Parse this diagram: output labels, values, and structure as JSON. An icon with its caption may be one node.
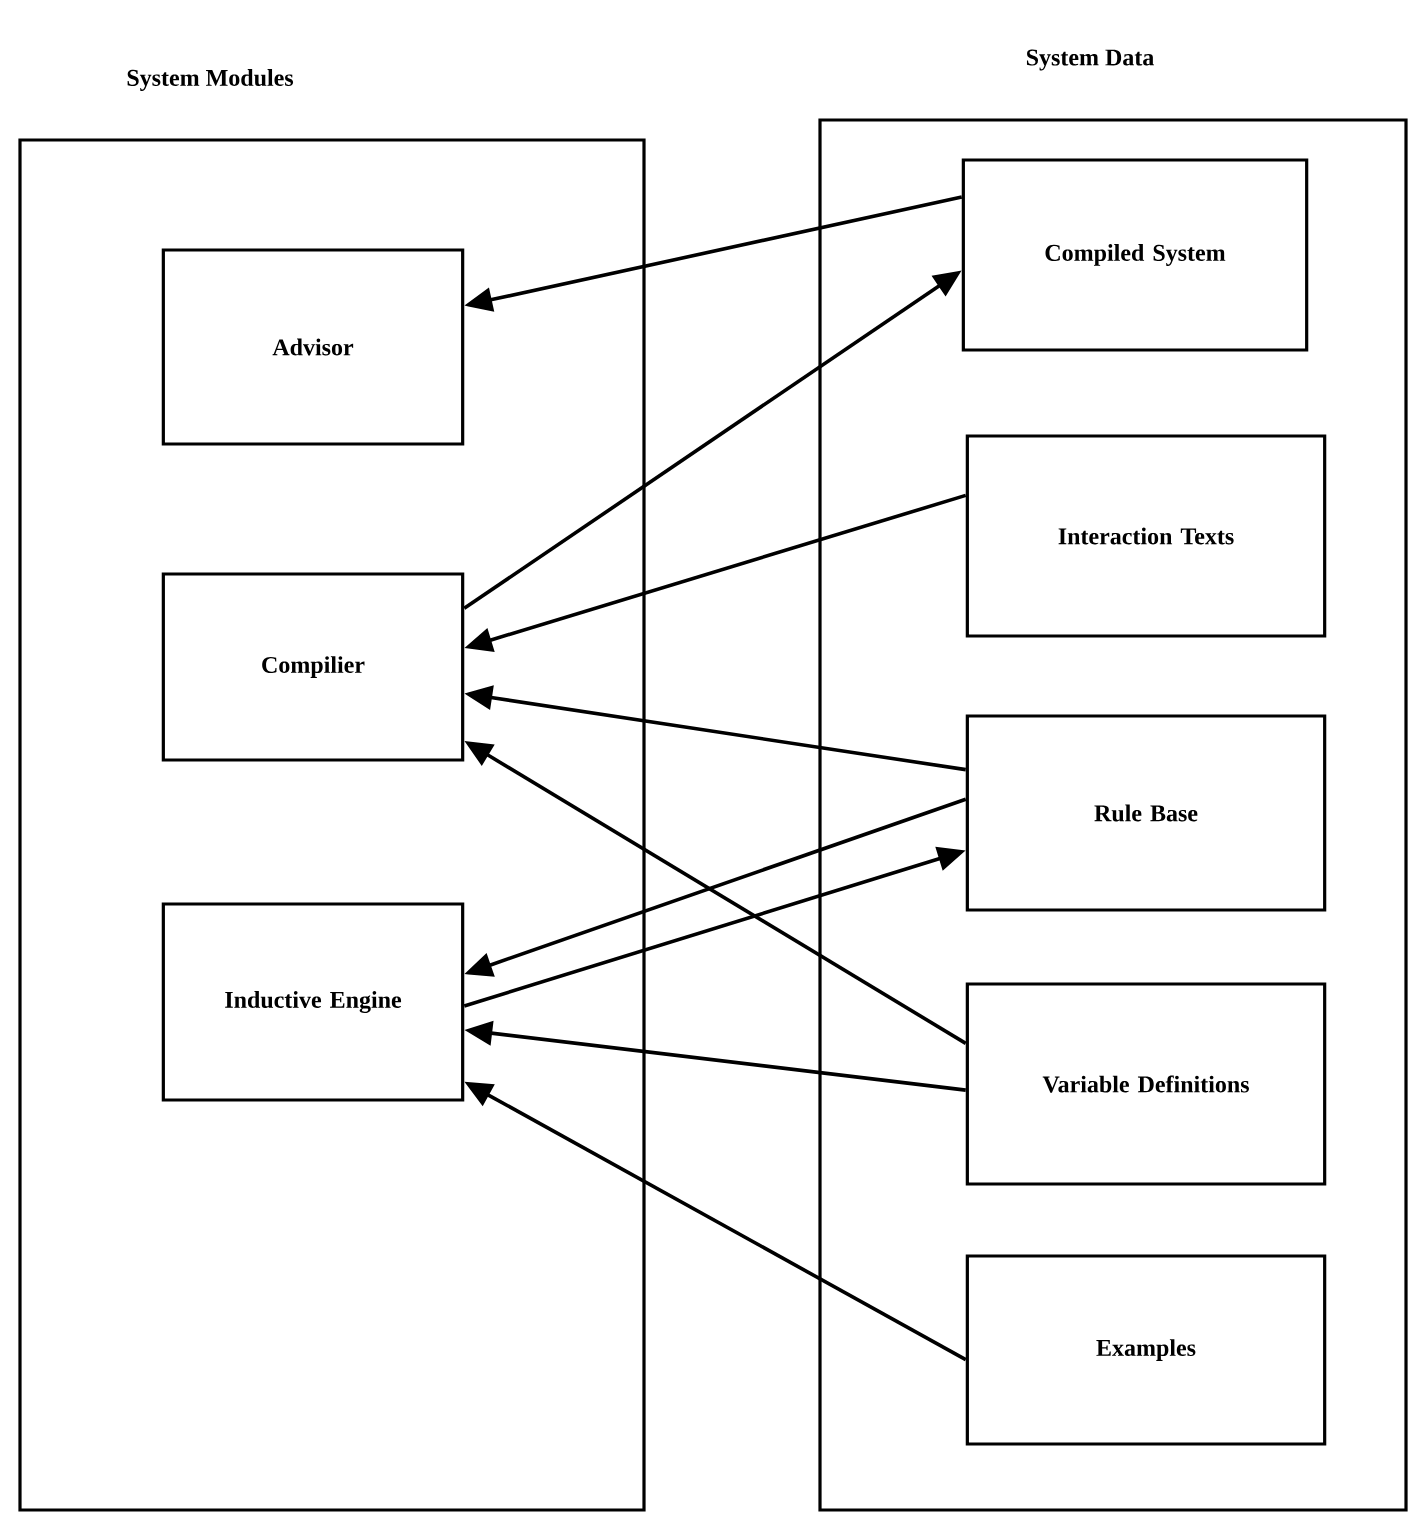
{
  "diagram": {
    "nodes": [
      {
        "text": [
          "System Modules"
        ]
      },
      {
        "text": [
          "Advisor"
        ],
        "in": 0
      },
      {
        "text": [
          "Compilier"
        ],
        "in": 0
      },
      {
        "text": [
          "Inductive Engine"
        ],
        "in": 0
      },
      {
        "text": [
          "System Data"
        ]
      },
      {
        "text": [
          "Compiled System"
        ],
        "in": 4
      },
      {
        "text": [
          "Interaction Texts"
        ],
        "in": 4
      },
      {
        "text": [
          "Rule Base"
        ],
        "in": 4
      },
      {
        "text": [
          "Variable Definitions"
        ],
        "in": 4
      },
      {
        "text": [
          "Examples"
        ],
        "in": 4
      }
    ],
    "edges": [
      {
        "from": 5,
        "to": 1,
        "arrow": "to"
      },
      {
        "from": 2,
        "to": 5,
        "arrow": "to"
      },
      {
        "from": 6,
        "to": 2,
        "arrow": "to"
      },
      {
        "from": 7,
        "to": 2,
        "arrow": "to"
      },
      {
        "from": 7,
        "to": 3,
        "arrow": "to"
      },
      {
        "from": 3,
        "to": 7,
        "arrow": "to"
      },
      {
        "from": 8,
        "to": 2,
        "arrow": "to"
      },
      {
        "from": 8,
        "to": 3,
        "arrow": "to"
      },
      {
        "from": 9,
        "to": 3,
        "arrow": "to"
      }
    ]
  }
}
